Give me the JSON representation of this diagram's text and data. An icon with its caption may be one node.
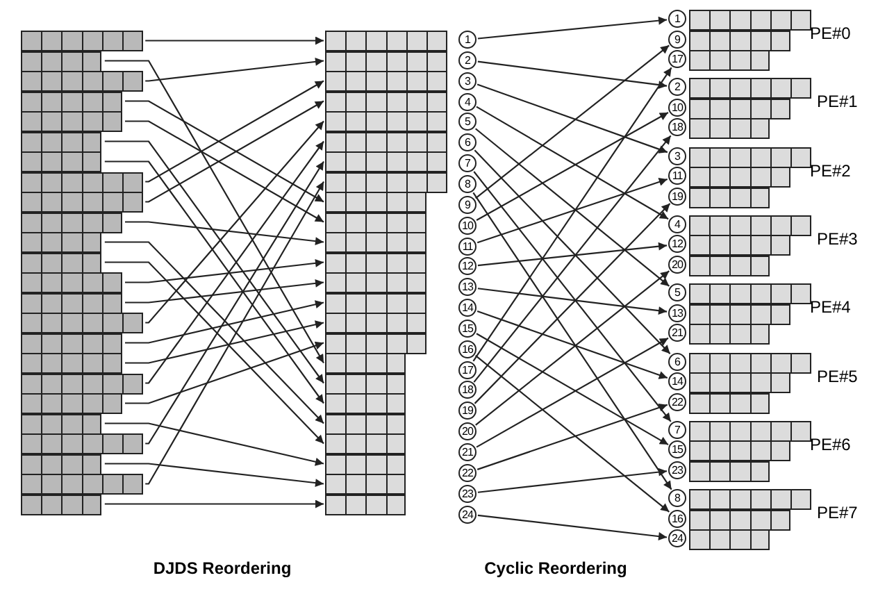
{
  "diagram": {
    "nodes": [
      {
        "text": [],
        "shape": "bar"
      },
      {
        "text": [],
        "shape": "bar"
      },
      {
        "text": [],
        "shape": "bar"
      },
      {
        "text": [],
        "shape": "bar"
      },
      {
        "text": [],
        "shape": "bar"
      },
      {
        "text": [],
        "shape": "bar"
      },
      {
        "text": [],
        "shape": "bar"
      },
      {
        "text": [],
        "shape": "bar"
      },
      {
        "text": [],
        "shape": "bar"
      },
      {
        "text": [],
        "shape": "bar"
      },
      {
        "text": [],
        "shape": "bar"
      },
      {
        "text": [],
        "shape": "bar"
      },
      {
        "text": [],
        "shape": "bar"
      },
      {
        "text": [],
        "shape": "bar"
      },
      {
        "text": [],
        "shape": "bar"
      },
      {
        "text": [],
        "shape": "bar"
      },
      {
        "text": [],
        "shape": "bar"
      },
      {
        "text": [],
        "shape": "bar"
      },
      {
        "text": [],
        "shape": "bar"
      },
      {
        "text": [],
        "shape": "bar"
      },
      {
        "text": [],
        "shape": "bar"
      },
      {
        "text": [],
        "shape": "bar"
      },
      {
        "text": [],
        "shape": "bar"
      },
      {
        "text": [],
        "shape": "bar"
      },
      {
        "text": [],
        "shape": "bar"
      },
      {
        "text": [],
        "shape": "bar"
      },
      {
        "text": [],
        "shape": "bar"
      },
      {
        "text": [],
        "shape": "bar"
      },
      {
        "text": [],
        "shape": "bar"
      },
      {
        "text": [],
        "shape": "bar"
      },
      {
        "text": [],
        "shape": "bar"
      },
      {
        "text": [],
        "shape": "bar"
      },
      {
        "text": [],
        "shape": "bar"
      },
      {
        "text": [],
        "shape": "bar"
      },
      {
        "text": [],
        "shape": "bar"
      },
      {
        "text": [],
        "shape": "bar"
      },
      {
        "text": [],
        "shape": "bar"
      },
      {
        "text": [],
        "shape": "bar"
      },
      {
        "text": [],
        "shape": "bar"
      },
      {
        "text": [],
        "shape": "bar"
      },
      {
        "text": [],
        "shape": "bar"
      },
      {
        "text": [],
        "shape": "bar"
      },
      {
        "text": [],
        "shape": "bar"
      },
      {
        "text": [],
        "shape": "bar"
      },
      {
        "text": [],
        "shape": "bar"
      },
      {
        "text": [],
        "shape": "bar"
      },
      {
        "text": [],
        "shape": "bar"
      },
      {
        "text": [],
        "shape": "bar"
      },
      {
        "text": [
          "1"
        ]
      },
      {
        "text": [
          "2"
        ]
      },
      {
        "text": [
          "3"
        ]
      },
      {
        "text": [
          "4"
        ]
      },
      {
        "text": [
          "5"
        ]
      },
      {
        "text": [
          "6"
        ]
      },
      {
        "text": [
          "7"
        ]
      },
      {
        "text": [
          "8"
        ]
      },
      {
        "text": [
          "9"
        ]
      },
      {
        "text": [
          "10"
        ]
      },
      {
        "text": [
          "11"
        ]
      },
      {
        "text": [
          "12"
        ]
      },
      {
        "text": [
          "13"
        ]
      },
      {
        "text": [
          "14"
        ]
      },
      {
        "text": [
          "15"
        ]
      },
      {
        "text": [
          "16"
        ]
      },
      {
        "text": [
          "17"
        ]
      },
      {
        "text": [
          "18"
        ]
      },
      {
        "text": [
          "19"
        ]
      },
      {
        "text": [
          "20"
        ]
      },
      {
        "text": [
          "21"
        ]
      },
      {
        "text": [
          "22"
        ]
      },
      {
        "text": [
          "23"
        ]
      },
      {
        "text": [
          "24"
        ]
      },
      {
        "text": [
          "1"
        ]
      },
      {
        "text": [
          "9"
        ]
      },
      {
        "text": [
          "17"
        ]
      },
      {
        "text": [
          "2"
        ]
      },
      {
        "text": [
          "10"
        ]
      },
      {
        "text": [
          "18"
        ]
      },
      {
        "text": [
          "3"
        ]
      },
      {
        "text": [
          "11"
        ]
      },
      {
        "text": [
          "19"
        ]
      },
      {
        "text": [
          "4"
        ]
      },
      {
        "text": [
          "12"
        ]
      },
      {
        "text": [
          "20"
        ]
      },
      {
        "text": [
          "5"
        ]
      },
      {
        "text": [
          "13"
        ]
      },
      {
        "text": [
          "21"
        ]
      },
      {
        "text": [
          "6"
        ]
      },
      {
        "text": [
          "14"
        ]
      },
      {
        "text": [
          "22"
        ]
      },
      {
        "text": [
          "7"
        ]
      },
      {
        "text": [
          "15"
        ]
      },
      {
        "text": [
          "23"
        ]
      },
      {
        "text": [
          "8"
        ]
      },
      {
        "text": [
          "16"
        ]
      },
      {
        "text": [
          "24"
        ]
      },
      {
        "text": [],
        "shape": "bar"
      },
      {
        "text": [],
        "shape": "bar"
      },
      {
        "text": [],
        "shape": "bar"
      },
      {
        "text": [],
        "shape": "bar"
      },
      {
        "text": [],
        "shape": "bar"
      },
      {
        "text": [],
        "shape": "bar"
      },
      {
        "text": [],
        "shape": "bar"
      },
      {
        "text": [],
        "shape": "bar"
      },
      {
        "text": [],
        "shape": "bar"
      },
      {
        "text": [],
        "shape": "bar"
      },
      {
        "text": [],
        "shape": "bar"
      },
      {
        "text": [],
        "shape": "bar"
      },
      {
        "text": [],
        "shape": "bar"
      },
      {
        "text": [],
        "shape": "bar"
      },
      {
        "text": [],
        "shape": "bar"
      },
      {
        "text": [],
        "shape": "bar"
      },
      {
        "text": [],
        "shape": "bar"
      },
      {
        "text": [],
        "shape": "bar"
      },
      {
        "text": [],
        "shape": "bar"
      },
      {
        "text": [],
        "shape": "bar"
      },
      {
        "text": [],
        "shape": "bar"
      },
      {
        "text": [],
        "shape": "bar"
      },
      {
        "text": [],
        "shape": "bar"
      },
      {
        "text": [],
        "shape": "bar"
      }
    ],
    "edges": [
      {
        "from": 0,
        "to": 24,
        "arrow": "to"
      },
      {
        "from": 1,
        "to": 40,
        "arrow": "to"
      },
      {
        "from": 2,
        "to": 25,
        "arrow": "to"
      },
      {
        "from": 3,
        "to": 32,
        "arrow": "to"
      },
      {
        "from": 4,
        "to": 33,
        "arrow": "to"
      },
      {
        "from": 5,
        "to": 41,
        "arrow": "to"
      },
      {
        "from": 6,
        "to": 42,
        "arrow": "to"
      },
      {
        "from": 7,
        "to": 26,
        "arrow": "to"
      },
      {
        "from": 8,
        "to": 27,
        "arrow": "to"
      },
      {
        "from": 9,
        "to": 34,
        "arrow": "to"
      },
      {
        "from": 10,
        "to": 43,
        "arrow": "to"
      },
      {
        "from": 11,
        "to": 44,
        "arrow": "to"
      },
      {
        "from": 12,
        "to": 35,
        "arrow": "to"
      },
      {
        "from": 13,
        "to": 36,
        "arrow": "to"
      },
      {
        "from": 14,
        "to": 28,
        "arrow": "to"
      },
      {
        "from": 15,
        "to": 37,
        "arrow": "to"
      },
      {
        "from": 16,
        "to": 38,
        "arrow": "to"
      },
      {
        "from": 17,
        "to": 29,
        "arrow": "to"
      },
      {
        "from": 18,
        "to": 39,
        "arrow": "to"
      },
      {
        "from": 19,
        "to": 45,
        "arrow": "to"
      },
      {
        "from": 20,
        "to": 30,
        "arrow": "to"
      },
      {
        "from": 21,
        "to": 46,
        "arrow": "to"
      },
      {
        "from": 22,
        "to": 31,
        "arrow": "to"
      },
      {
        "from": 23,
        "to": 47,
        "arrow": "to"
      },
      {
        "from": 48,
        "to": 72,
        "arrow": "to"
      },
      {
        "from": 49,
        "to": 75,
        "arrow": "to"
      },
      {
        "from": 50,
        "to": 78,
        "arrow": "to"
      },
      {
        "from": 51,
        "to": 81,
        "arrow": "to"
      },
      {
        "from": 52,
        "to": 84,
        "arrow": "to"
      },
      {
        "from": 53,
        "to": 87,
        "arrow": "to"
      },
      {
        "from": 54,
        "to": 90,
        "arrow": "to"
      },
      {
        "from": 55,
        "to": 93,
        "arrow": "to"
      },
      {
        "from": 56,
        "to": 73,
        "arrow": "to"
      },
      {
        "from": 57,
        "to": 76,
        "arrow": "to"
      },
      {
        "from": 58,
        "to": 79,
        "arrow": "to"
      },
      {
        "from": 59,
        "to": 82,
        "arrow": "to"
      },
      {
        "from": 60,
        "to": 85,
        "arrow": "to"
      },
      {
        "from": 61,
        "to": 88,
        "arrow": "to"
      },
      {
        "from": 62,
        "to": 91,
        "arrow": "to"
      },
      {
        "from": 63,
        "to": 94,
        "arrow": "to"
      },
      {
        "from": 64,
        "to": 74,
        "arrow": "to"
      },
      {
        "from": 65,
        "to": 77,
        "arrow": "to"
      },
      {
        "from": 66,
        "to": 80,
        "arrow": "to"
      },
      {
        "from": 67,
        "to": 83,
        "arrow": "to"
      },
      {
        "from": 68,
        "to": 86,
        "arrow": "to"
      },
      {
        "from": 69,
        "to": 89,
        "arrow": "to"
      },
      {
        "from": 70,
        "to": 92,
        "arrow": "to"
      },
      {
        "from": 71,
        "to": 95,
        "arrow": "to"
      }
    ],
    "labels": [
      "PE#0",
      "PE#1",
      "PE#2",
      "PE#3",
      "PE#4",
      "PE#5",
      "PE#6",
      "PE#7",
      "DJDS Reordering",
      "Cyclic Reordering"
    ]
  }
}
